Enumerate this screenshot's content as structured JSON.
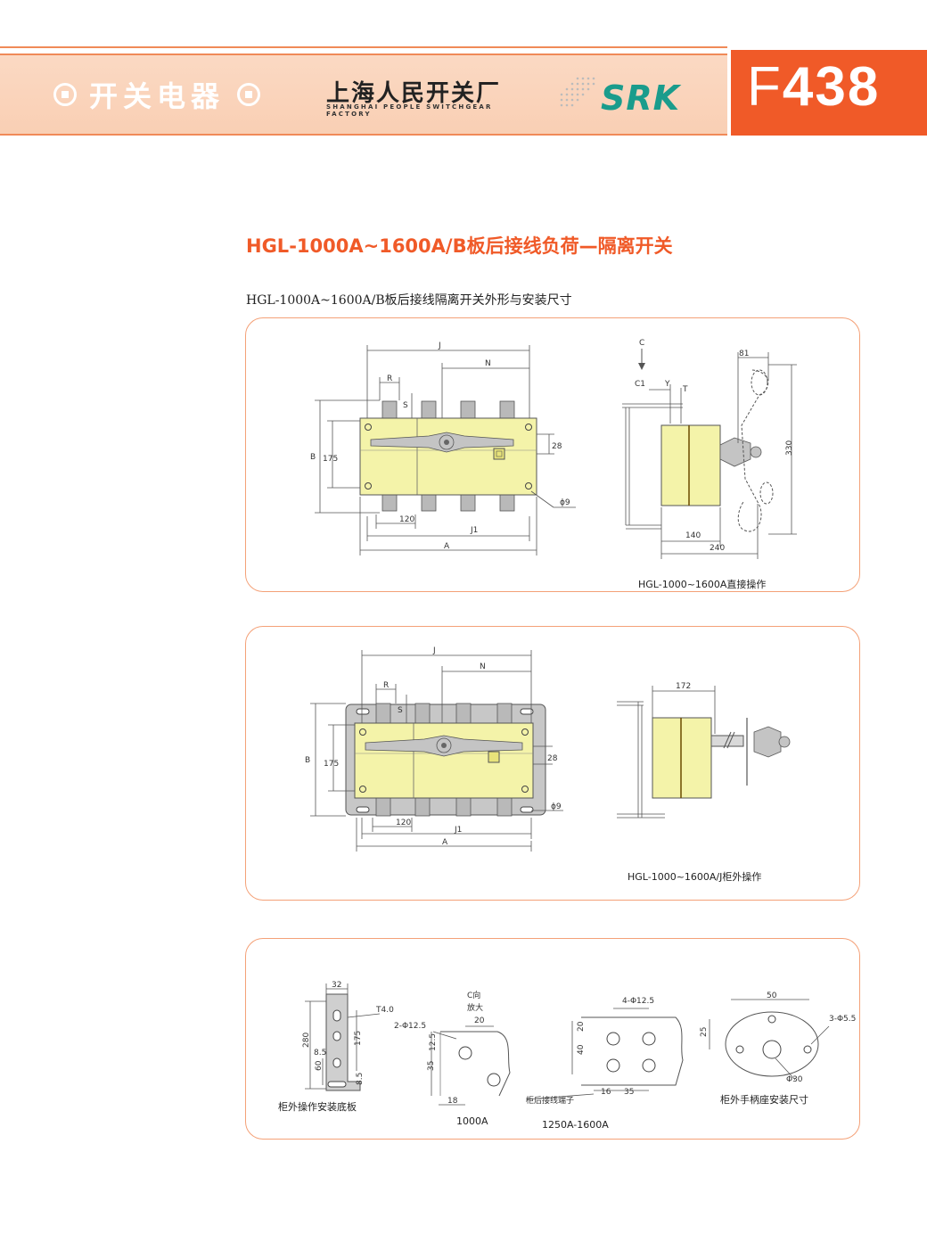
{
  "header": {
    "category": "开关电器",
    "company_cn": "上海人民开关厂",
    "company_en": "SHANGHAI PEOPLE SWITCHGEAR FACTORY",
    "brand": "SRK",
    "page_code_letter": "F",
    "page_code_number": "438",
    "colors": {
      "accent": "#f05a28",
      "band": "#fbd9c3",
      "brand": "#1a9c8c",
      "body": "#f4f3a9"
    }
  },
  "title": "HGL-1000A~1600A/B板后接线负荷—隔离开关",
  "subtitle": "HGL-1000A~1600A/B板后接线隔离开关外形与安装尺寸",
  "panel1": {
    "labels": {
      "J": "J",
      "N": "N",
      "R": "R",
      "S": "S",
      "B": "B",
      "d175": "175",
      "d28": "28",
      "phi9": "ϕ9",
      "d120": "120",
      "J1": "J1",
      "A": "A"
    },
    "side": {
      "C": "C",
      "C1": "C1",
      "Y": "Y",
      "T": "T",
      "d81": "81",
      "d330": "330",
      "d140": "140",
      "d240": "240"
    },
    "caption": "HGL-1000~1600A直接操作"
  },
  "panel2": {
    "labels": {
      "J": "J",
      "N": "N",
      "R": "R",
      "S": "S",
      "B": "B",
      "d175": "175",
      "d28": "28",
      "phi9": "ϕ9",
      "d120": "120",
      "J1": "J1",
      "A": "A"
    },
    "side": {
      "d172": "172"
    },
    "caption": "HGL-1000~1600A/J柜外操作"
  },
  "panel3": {
    "plate": {
      "d32": "32",
      "T": "T4.0",
      "d280": "280",
      "d175": "175",
      "d8_5a": "8.5",
      "d60": "60",
      "d8_5b": "8.5",
      "caption": "柜外操作安装底板"
    },
    "cdir": {
      "title1": "C向",
      "title2": "放大",
      "d20": "20",
      "hole": "2-Φ12.5",
      "d12_5": "12.5",
      "d35": "35",
      "d18": "18",
      "caption": "1000A"
    },
    "c4": {
      "hole": "4-Φ12.5",
      "d20": "20",
      "d40": "40",
      "d16": "16",
      "d35": "35",
      "note": "柜后接线端子",
      "caption": "1250A-1600A"
    },
    "seat": {
      "d50": "50",
      "hole": "3-Φ5.5",
      "d25": "25",
      "d30": "Φ30",
      "caption": "柜外手柄座安装尺寸"
    }
  }
}
